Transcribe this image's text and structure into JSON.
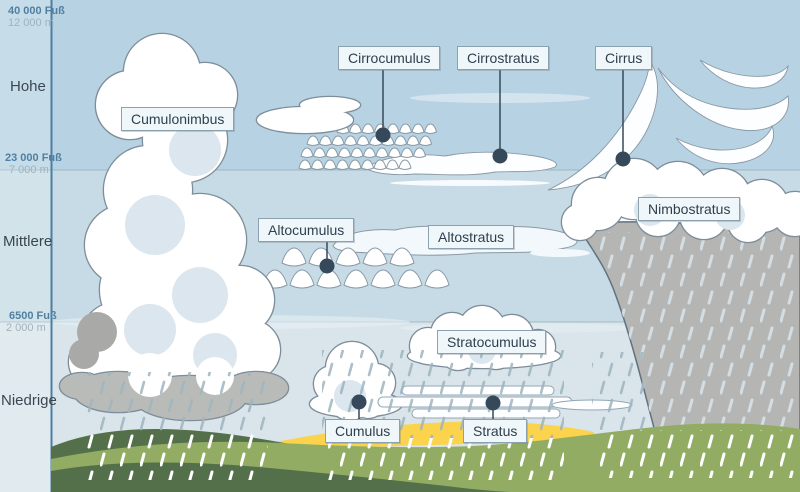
{
  "axis": {
    "markers": [
      {
        "feet": "40 000 Fuß",
        "meters": "12 000 m"
      },
      {
        "feet": "23 000 Fuß",
        "meters": "7 000 m"
      },
      {
        "feet": "6500 Fuß",
        "meters": "2 000 m"
      }
    ],
    "levels": [
      {
        "label": "Hohe"
      },
      {
        "label": "Mittlere"
      },
      {
        "label": "Niedrige"
      }
    ]
  },
  "clouds": {
    "cumulonimbus": {
      "label": "Cumulonimbus"
    },
    "cirrocumulus": {
      "label": "Cirrocumulus"
    },
    "cirrostratus": {
      "label": "Cirrostratus"
    },
    "cirrus": {
      "label": "Cirrus"
    },
    "altocumulus": {
      "label": "Altocumulus"
    },
    "altostratus": {
      "label": "Altostratus"
    },
    "nimbostratus": {
      "label": "Nimbostratus"
    },
    "stratocumulus": {
      "label": "Stratocumulus"
    },
    "cumulus": {
      "label": "Cumulus"
    },
    "stratus": {
      "label": "Stratus"
    }
  },
  "colors": {
    "sky_high": "#b7d3e3",
    "sky_mid": "#c6dbe5",
    "sky_low": "#d9e5eb",
    "axis_line": "#4d7ea1",
    "marker_feet_text": "#4f7fa2",
    "marker_meters_text": "#9fb3bd",
    "level_text": "#3c4650",
    "label_box_bg": "#eff7fa",
    "label_box_border": "#8ba1ae",
    "label_text": "#2e3f4e",
    "leader_dot": "#36495a",
    "cloud_white": "#ffffff",
    "cloud_outline": "#7e8d9a",
    "cloud_shade": "#dbe6ee",
    "cloud_gray": "#b9bbb8",
    "nimbostratus_gray": "#b5b6b3",
    "hill_light": "#92ad63",
    "hill_dark": "#54704a",
    "sun_yellow": "#fbd34d"
  }
}
